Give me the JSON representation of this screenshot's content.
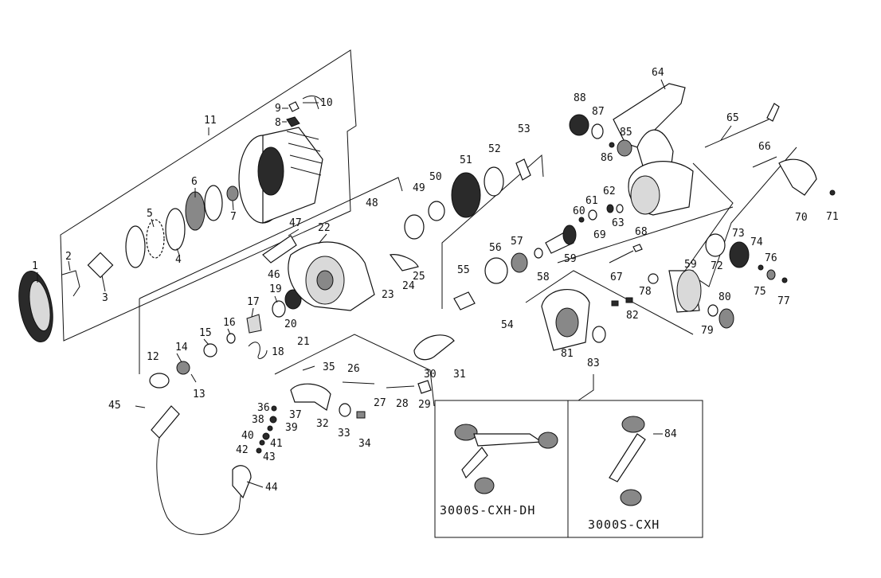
{
  "part_numbers": [
    "1",
    "2",
    "3",
    "4",
    "5",
    "6",
    "7",
    "8",
    "9",
    "10",
    "11",
    "12",
    "13",
    "14",
    "15",
    "16",
    "17",
    "18",
    "19",
    "20",
    "21",
    "22",
    "23",
    "24",
    "25",
    "26",
    "27",
    "28",
    "29",
    "30",
    "31",
    "32",
    "33",
    "34",
    "35",
    "36",
    "37",
    "38",
    "39",
    "40",
    "41",
    "42",
    "43",
    "44",
    "45",
    "46",
    "47",
    "48",
    "49",
    "50",
    "51",
    "52",
    "53",
    "54",
    "55",
    "56",
    "57",
    "58",
    "59",
    "60",
    "61",
    "62",
    "63",
    "64",
    "65",
    "66",
    "67",
    "68",
    "69",
    "70",
    "71",
    "72",
    "73",
    "74",
    "75",
    "76",
    "77",
    "78",
    "79",
    "80",
    "81",
    "82",
    "83",
    "84",
    "85",
    "86",
    "87",
    "88"
  ],
  "handle_variants": {
    "double_handle_label": "3000S-CXH-DH",
    "single_handle_label": "3000S-CXH"
  },
  "colors": {
    "line": "#111111",
    "paper": "#ffffff"
  }
}
